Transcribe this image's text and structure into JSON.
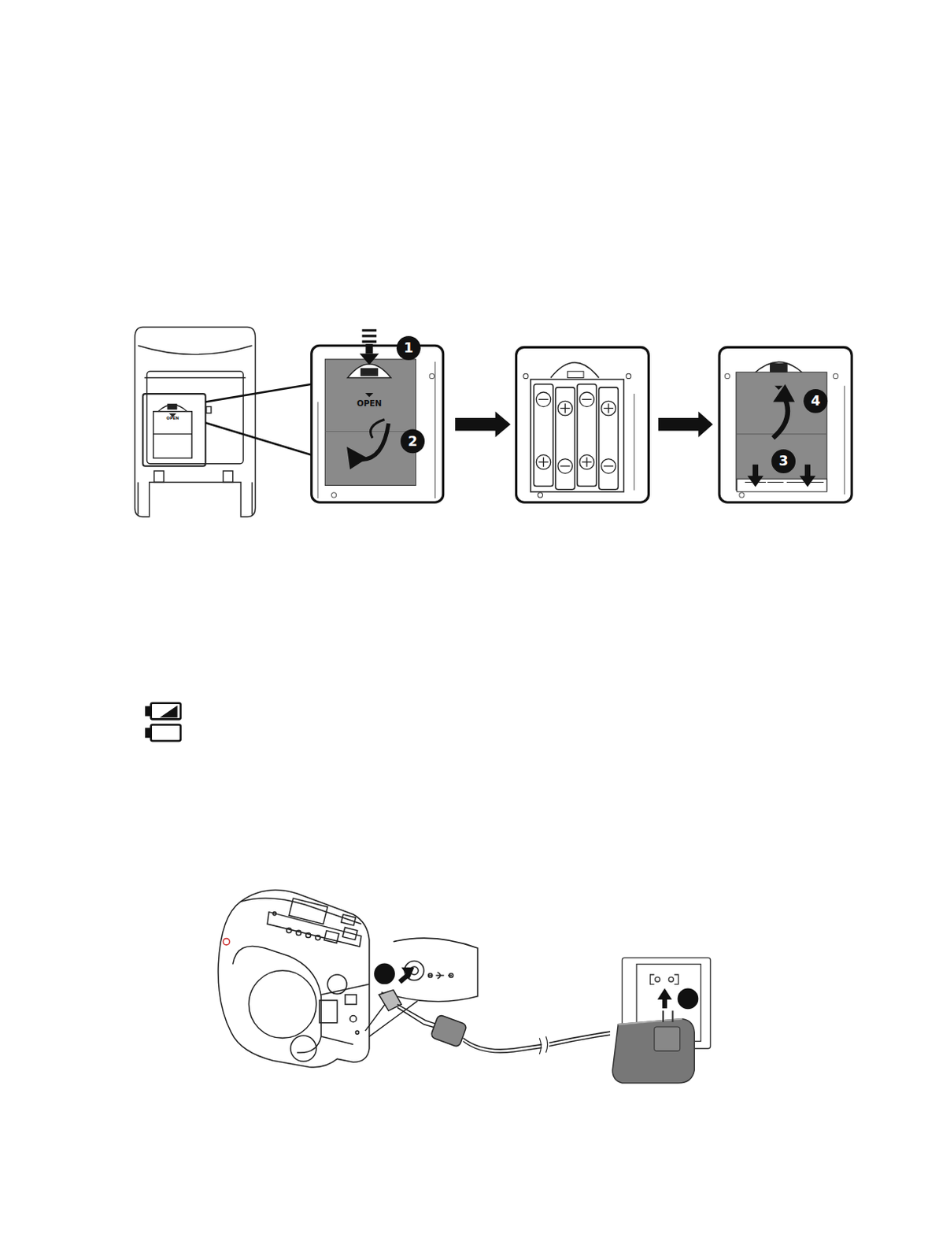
{
  "diagram": {
    "labels": [
      "OPEN",
      "1",
      "OPEN",
      "2",
      "4",
      "3"
    ]
  }
}
